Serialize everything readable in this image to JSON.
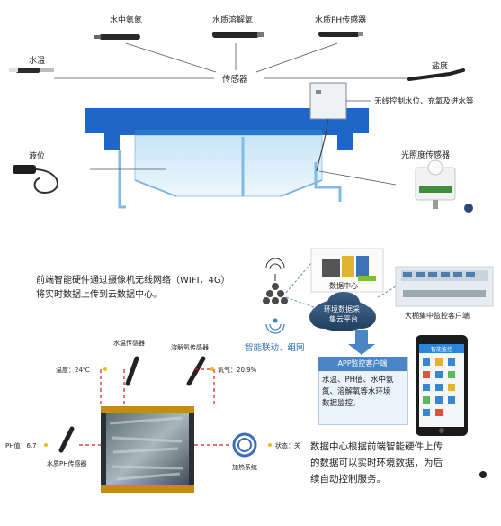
{
  "top": {
    "center_label": "传感器",
    "sensors": {
      "water_temp": "水温",
      "ammonia": "水中氨氮",
      "dissolved_oxygen": "水质溶解氧",
      "ph": "水质PH传感器",
      "salinity": "盐度",
      "level": "液位",
      "light": "光照度传感器"
    },
    "controller_label": "无线控制水位、充氧及进水等"
  },
  "middle": {
    "description_line1": "前端智能硬件通过摄像机无线网络（WIFI，4G）",
    "description_line2": "将实时数据上传到云数据中心。",
    "data_center_label": "数据中心",
    "cloud_label_line1": "环境数据采",
    "cloud_label_line2": "集云平台",
    "client_label": "大棚集中监控客户端",
    "link_label": "智能联动、组网"
  },
  "app": {
    "header": "APP监控客户端",
    "desc_line1": "水温、PH值、水中氨",
    "desc_line2": "氮、溶解氧等水环境",
    "desc_line3": "数据监控。",
    "phone_title": "智能监控"
  },
  "bottom": {
    "water_temp_sensor": "水温传感器",
    "do_sensor": "溶解氧传感器",
    "temp_reading": "温度：24℃",
    "oxygen_reading": "氧气：20.9%",
    "ph_reading": "PH值：6.7",
    "ph_sensor": "水质PH传感器",
    "heater": "加热系统",
    "status": "状态：关",
    "summary_line1": "数据中心根据前端智能硬件上传",
    "summary_line2": "的数据可以实时环境数据，为后",
    "summary_line3": "续自动控制服务。"
  },
  "colors": {
    "pool_blue": "#1f67c7",
    "water_light": "#dbeefa",
    "arrow_blue": "#4a86c5",
    "dash_red": "#d32020"
  }
}
